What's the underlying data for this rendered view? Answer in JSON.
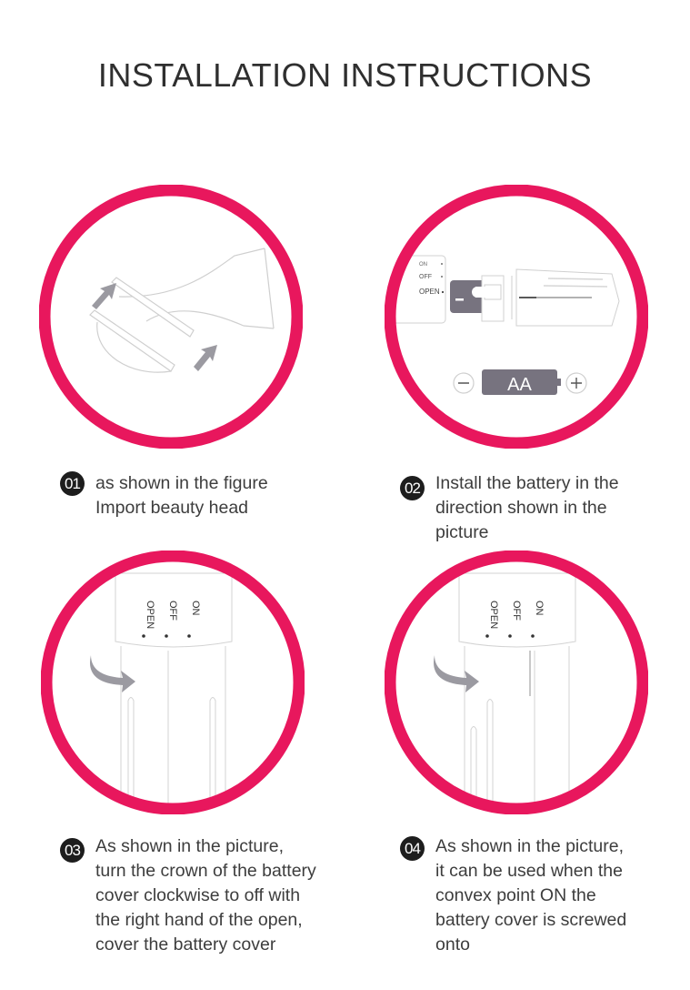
{
  "page": {
    "title": "INSTALLATION INSTRUCTIONS",
    "accent_color": "#e8175d",
    "line_color": "#c9c9c9",
    "icon_gray": "#8f8d96"
  },
  "steps": [
    {
      "number": "01",
      "lines": [
        "as shown in the figure",
        "Import beauty head"
      ],
      "figure": "beauty-head-attach-illustration"
    },
    {
      "number": "02",
      "lines": [
        "Install the battery in the",
        "direction shown in the",
        "picture"
      ],
      "figure": "battery-insert-illustration",
      "labels": {
        "on": "ON",
        "off": "OFF",
        "open": "OPEN",
        "battery": "AA",
        "minus": "−",
        "plus": "+"
      }
    },
    {
      "number": "03",
      "lines": [
        "As shown in the picture,",
        "turn the crown of the battery",
        "cover clockwise to off with",
        "the right hand of the open,",
        "cover the battery cover"
      ],
      "figure": "cover-turn-off-illustration",
      "labels": {
        "on": "ON",
        "off": "OFF",
        "open": "OPEN"
      }
    },
    {
      "number": "04",
      "lines": [
        "As shown in the picture,",
        "it can be used when the",
        "convex point ON the",
        "battery cover is screwed",
        "onto"
      ],
      "figure": "cover-turn-on-illustration",
      "labels": {
        "on": "ON",
        "off": "OFF",
        "open": "OPEN"
      }
    }
  ]
}
